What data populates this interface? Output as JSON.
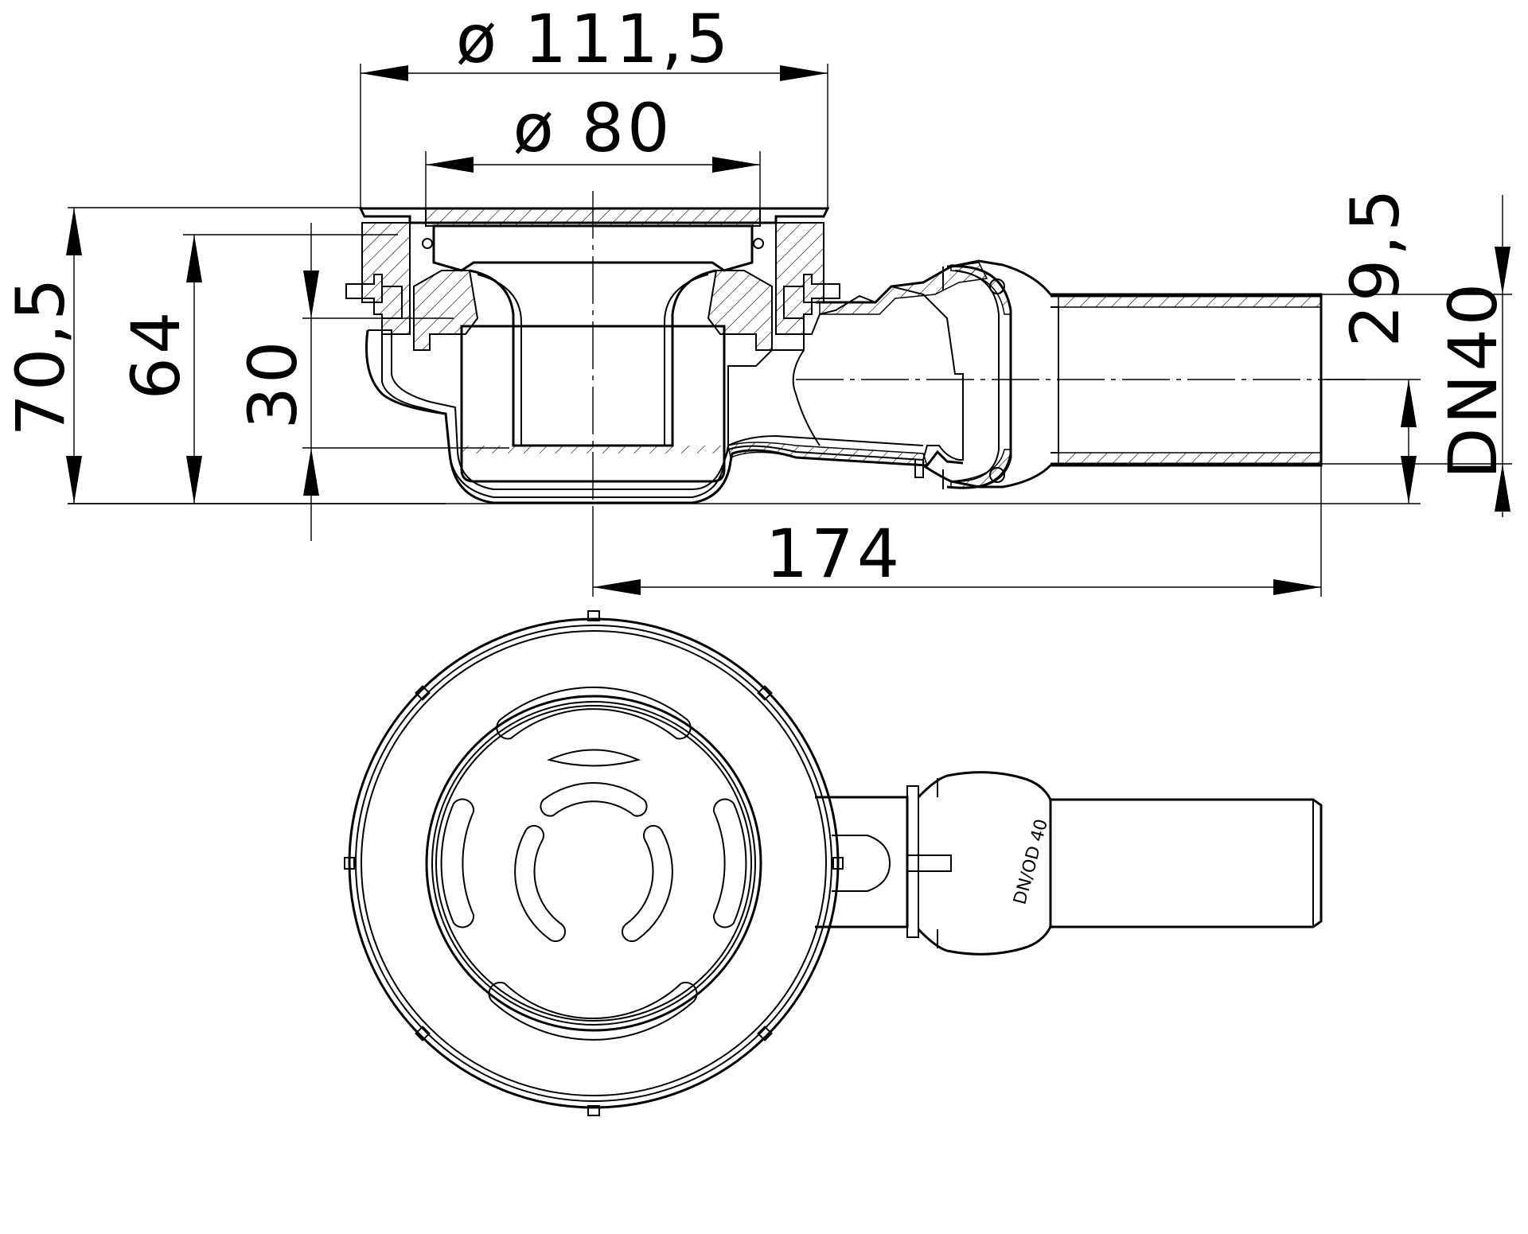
{
  "dimensions": {
    "outer_diameter": "ø 111,5",
    "grate_diameter": "ø 80",
    "total_height": "70,5",
    "height_64": "64",
    "water_seal": "30",
    "outlet_height": "29,5",
    "outlet_size": "DN40",
    "outlet_length": "174"
  },
  "marking": "DN/OD 40",
  "colors": {
    "stroke": "#000000",
    "background": "#ffffff"
  }
}
